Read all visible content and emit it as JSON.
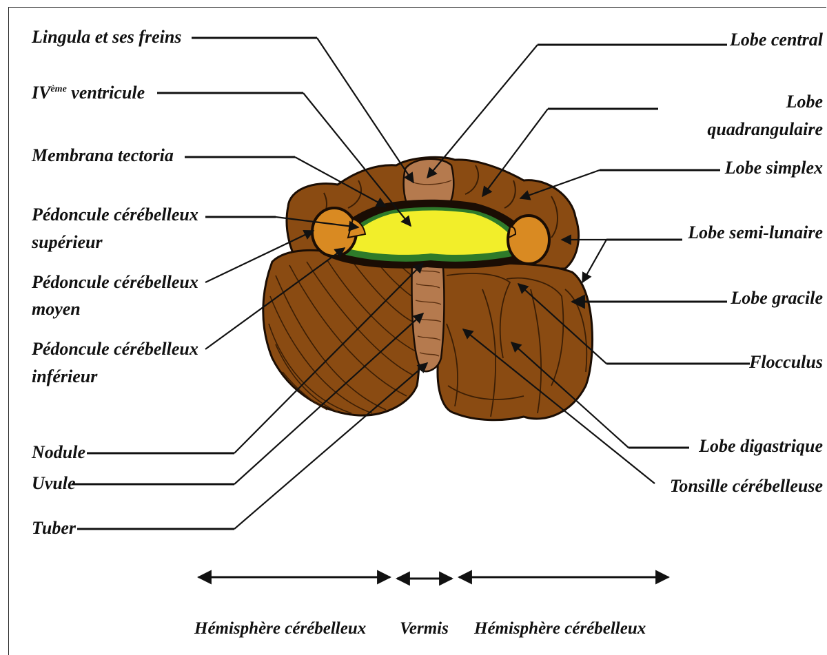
{
  "labels_left": {
    "lingula": "Lingula et ses freins",
    "ventricle_base": "IV",
    "ventricle_sup": "ème",
    "ventricle_rest": " ventricule",
    "membrana": "Membrana tectoria",
    "ped_sup_1": "Pédoncule cérébelleux",
    "ped_sup_2": "supérieur",
    "ped_moy_1": "Pédoncule cérébelleux",
    "ped_moy_2": "moyen",
    "ped_inf_1": "Pédoncule cérébelleux",
    "ped_inf_2": "inférieur",
    "nodule": "Nodule",
    "uvule": "Uvule",
    "tuber": "Tuber"
  },
  "labels_right": {
    "lobe_central": "Lobe central",
    "lobe_quad_1": "Lobe",
    "lobe_quad_2": "quadrangulaire",
    "lobe_simplex": "Lobe simplex",
    "lobe_semilunaire": "Lobe semi-lunaire",
    "lobe_gracile": "Lobe gracile",
    "flocculus": "Flocculus",
    "lobe_digastrique": "Lobe digastrique",
    "tonsille": "Tonsille cérébelleuse"
  },
  "bottom_labels": {
    "left_hemisphere": "Hémisphère cérébelleux",
    "vermis": "Vermis",
    "right_hemisphere": "Hémisphère cérébelleux"
  },
  "colors": {
    "hemisphere": "#8a4b12",
    "hemisphere_dark": "#6b3608",
    "vermis": "#b57a4e",
    "peduncle": "#d98a22",
    "ventricle": "#f2ee2a",
    "ventricle_rim": "#2e7a2a",
    "outline": "#1a0d04"
  }
}
